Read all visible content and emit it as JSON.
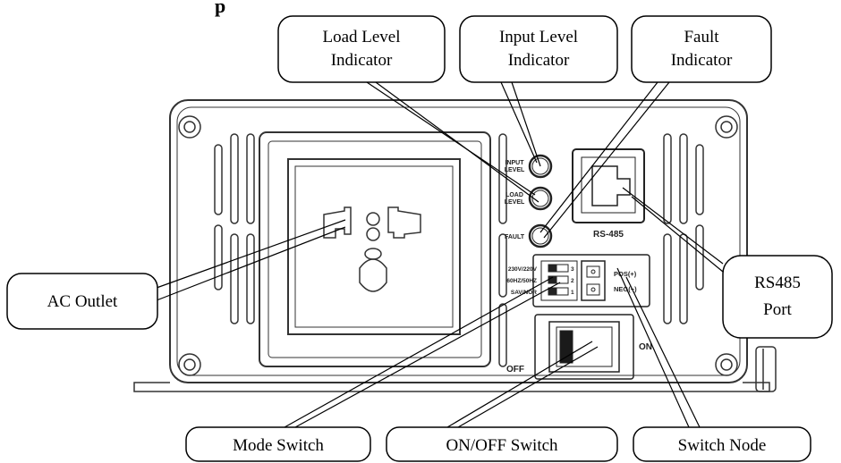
{
  "title_fragment": "p",
  "callouts": {
    "load_level": [
      "Load Level",
      "Indicator"
    ],
    "input_level": [
      "Input Level",
      "Indicator"
    ],
    "fault": [
      "Fault",
      "Indicator"
    ],
    "ac_outlet": [
      "AC Outlet"
    ],
    "rs485_port": [
      "RS485",
      "Port"
    ],
    "mode_switch": [
      "Mode Switch"
    ],
    "onoff_switch": [
      "ON/OFF Switch"
    ],
    "switch_node": [
      "Switch Node"
    ]
  },
  "panel_labels": {
    "input_level": [
      "INPUT",
      "LEVEL"
    ],
    "load_level": [
      "LOAD",
      "LEVEL"
    ],
    "fault": "FAULT",
    "rs485": "RS-485",
    "mode_rows": [
      "230V/220V",
      "60HZ/50HZ",
      "SAV/NOR"
    ],
    "mode_nums": [
      "3",
      "2",
      "1"
    ],
    "pos": "POS(+)",
    "neg": "NEG(−)",
    "off": "OFF",
    "on": "ON"
  }
}
